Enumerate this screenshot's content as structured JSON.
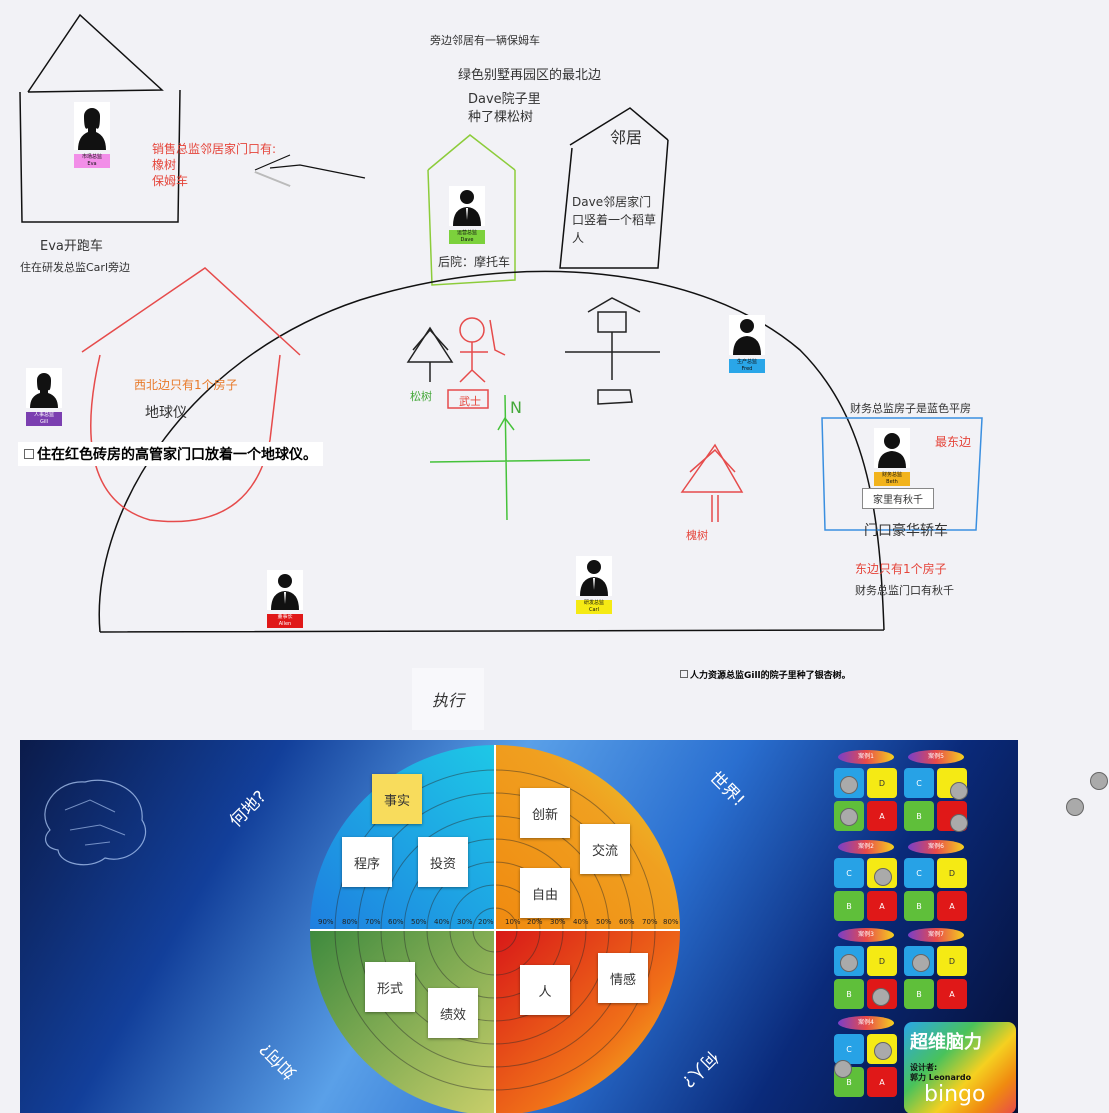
{
  "top_note": "旁边邻居有一辆保姆车",
  "north_villa": "绿色别墅再园区的最北边",
  "dave_yard_1": "Dave院子里",
  "dave_yard_2": "种了棵松树",
  "neighbor_label": "邻居",
  "dave_neighbor_1": "Dave邻居家门",
  "dave_neighbor_2": "口竖着一个稻草",
  "dave_neighbor_3": "人",
  "backyard": "后院：摩托车",
  "sales_neighbor_1": "销售总监邻居家门口有:",
  "sales_neighbor_2": "橡树",
  "sales_neighbor_3": "保姆车",
  "eva_car": "Eva开跑车",
  "eva_live": "住在研发总监Carl旁边",
  "northwest": "西北边只有1个房子",
  "globe": "地球仪",
  "globe_note": "住在红色砖房的高管家门口放着一个地球仪。",
  "pine": "松树",
  "warrior": "武士",
  "north_letter": "N",
  "oak": "槐树",
  "finance_house": "财务总监房子是蓝色平房",
  "easternmost": "最东边",
  "swing_box": "家里有秋千",
  "luxury_car": "门口豪华轿车",
  "east_only": "东边只有1个房子",
  "finance_swing": "财务总监门口有秋千",
  "hr_note": "人力资源总监Gill的院子里种了银杏树。",
  "execute": "执行",
  "people": {
    "eva": {
      "title": "市场总监",
      "name": "Eva",
      "color": "#f28ee8"
    },
    "dave": {
      "title": "运营总监",
      "name": "Dave",
      "color": "#7cd13c"
    },
    "fred": {
      "title": "生产总监",
      "name": "Fred",
      "color": "#2aa6e8"
    },
    "gill": {
      "title": "人事总监",
      "name": "Gill",
      "color": "#7b3fb0"
    },
    "beth": {
      "title": "财务总监",
      "name": "Beth",
      "color": "#f2b31c"
    },
    "allen": {
      "title": "董事长",
      "name": "Allen",
      "color": "#e01818"
    },
    "carl": {
      "title": "研发总监",
      "name": "Carl",
      "color": "#f5ea14"
    }
  },
  "board": {
    "corner_where": "何地?",
    "corner_world": "世界!",
    "corner_how": "如何?",
    "corner_who": "何人?",
    "boxes": {
      "fact": "事实",
      "program": "程序",
      "invest": "投资",
      "innovate": "创新",
      "exchange": "交流",
      "freedom": "自由",
      "form": "形式",
      "performance": "绩效",
      "person": "人",
      "emotion": "情感"
    },
    "ring_labels_left": [
      "90%",
      "80%",
      "70%",
      "60%",
      "50%",
      "40%",
      "30%",
      "20%"
    ],
    "ring_labels_right": [
      "10%",
      "20%",
      "30%",
      "40%",
      "50%",
      "60%",
      "70%",
      "80%"
    ],
    "cases": [
      "案例1",
      "案例2",
      "案例3",
      "案例4",
      "案例5",
      "案例6",
      "案例7"
    ],
    "card_letters": {
      "a": "A",
      "b": "B",
      "c": "C",
      "d": "D"
    },
    "brand_title": "超维脑力",
    "designer_label": "设计者:",
    "designer_name": "郭力 Leonardo",
    "brand_logo": "bingo"
  }
}
